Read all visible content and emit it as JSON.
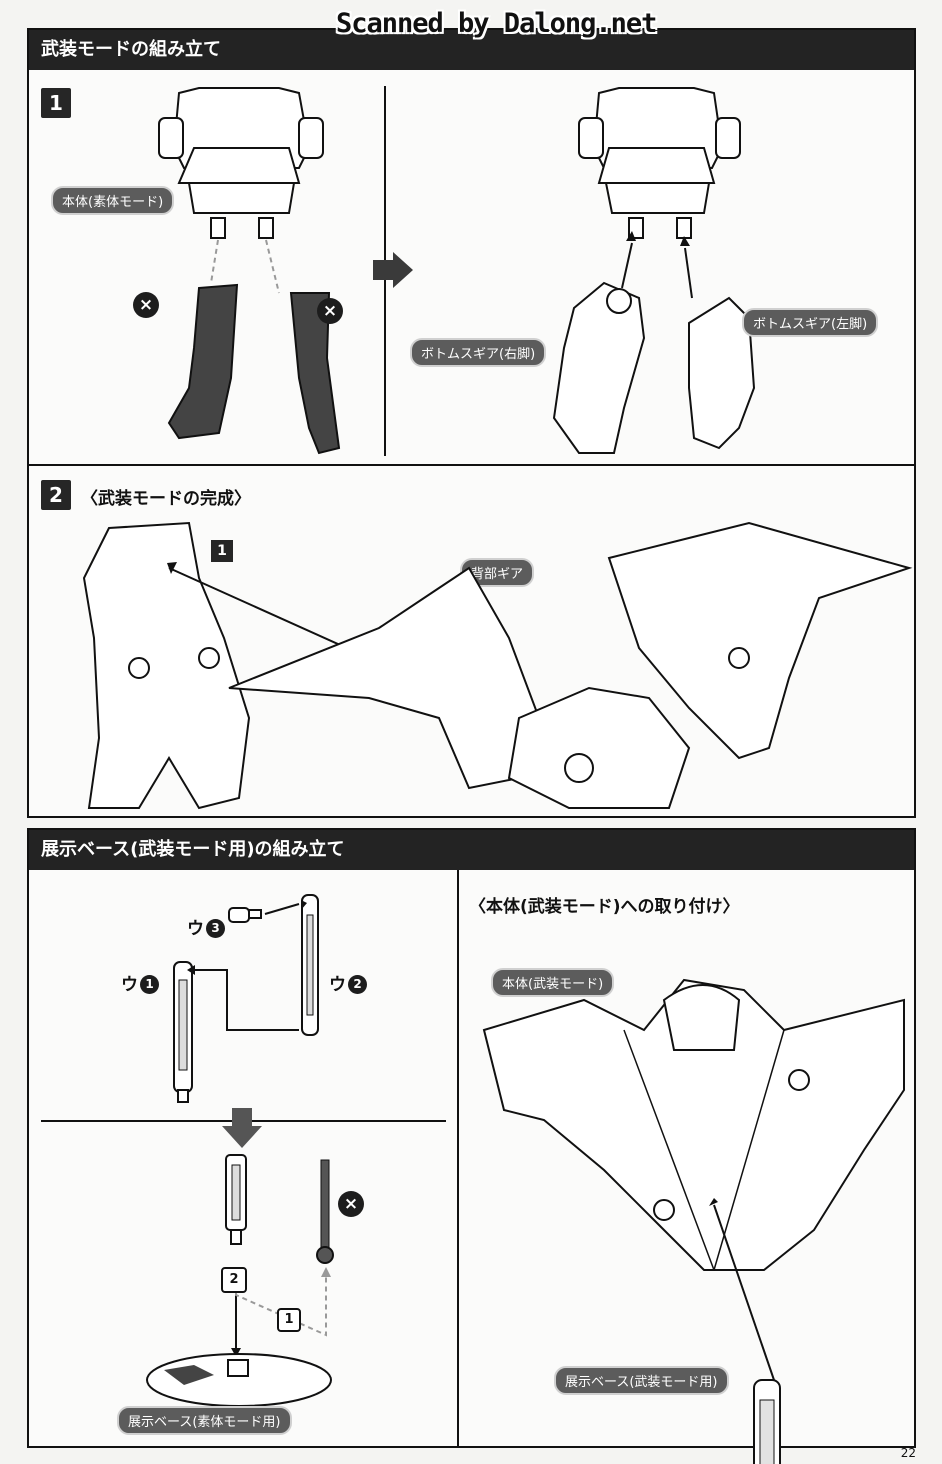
{
  "watermark": "Scanned by Dalong.net",
  "section1": {
    "header": "武装モードの組み立て",
    "step1": {
      "number": "1",
      "body_label": "本体(素体モード)",
      "right_leg_label": "ボトムスギア(右脚)",
      "left_leg_label": "ボトムスギア(左脚)",
      "x_mark": "×"
    },
    "step2": {
      "number": "2",
      "title": "〈武装モードの完成〉",
      "ref_step": "1",
      "back_gear_label": "背部ギア"
    }
  },
  "section2": {
    "header": "展示ベース(武装モード用)の組み立て",
    "parts": {
      "u3": {
        "kana": "ウ",
        "num": "3"
      },
      "u1": {
        "kana": "ウ",
        "num": "1"
      },
      "u2": {
        "kana": "ウ",
        "num": "2"
      }
    },
    "x_mark": "×",
    "order_1": "1",
    "order_2": "2",
    "base_label": "展示ベース(素体モード用)",
    "attach_title": "〈本体(武装モード)への取り付け〉",
    "body_label": "本体(武装モード)",
    "stand_label": "展示ベース(武装モード用)"
  },
  "page_number": "22"
}
